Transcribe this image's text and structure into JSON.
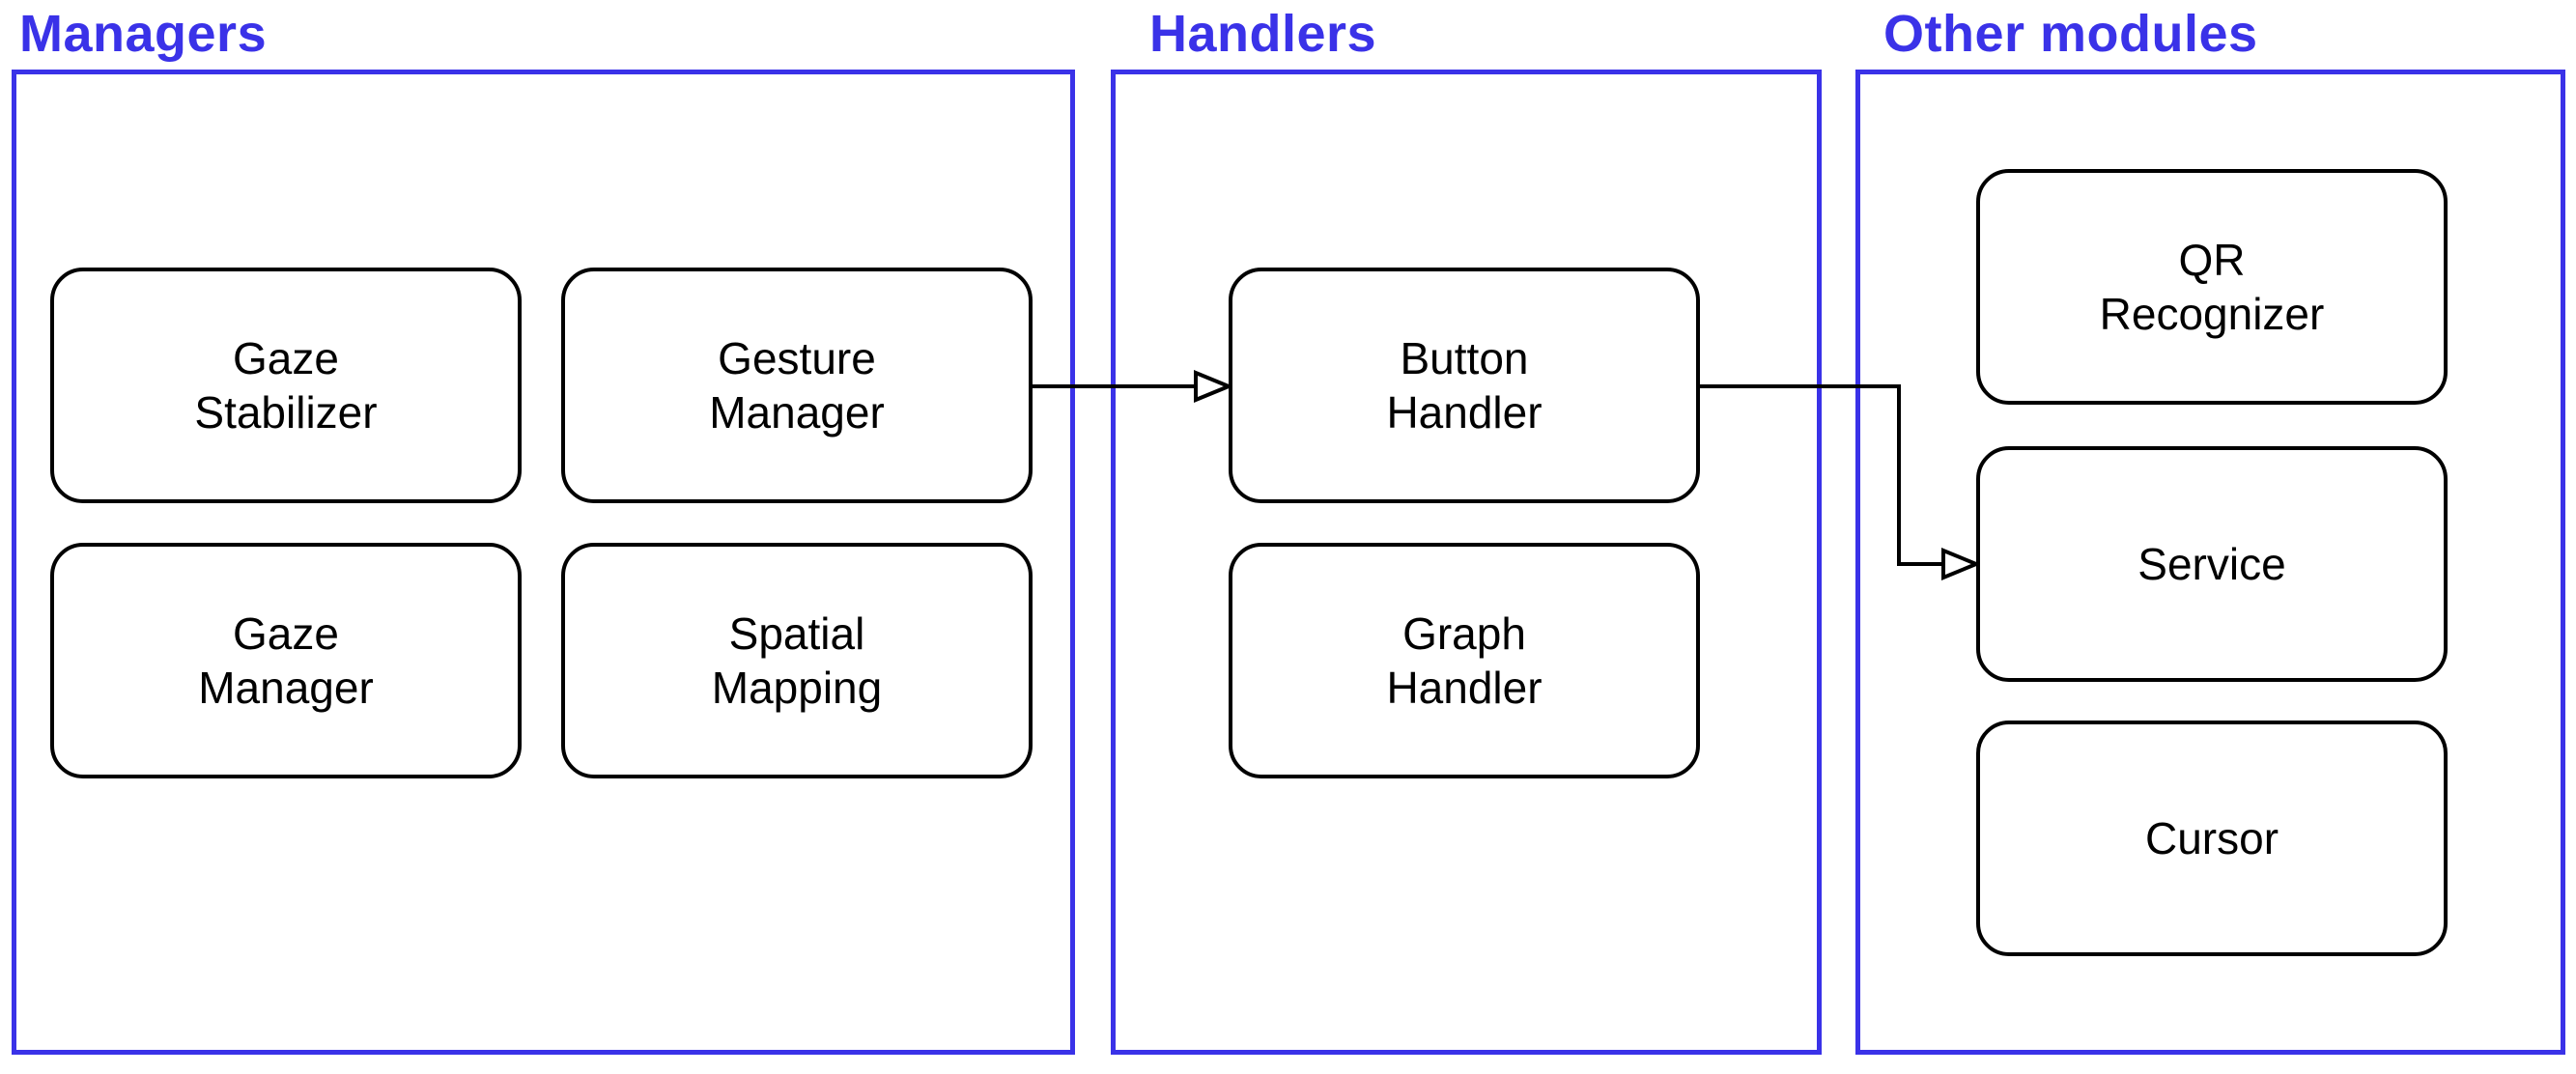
{
  "groups": {
    "managers": {
      "title": "Managers",
      "nodes": {
        "gaze_stabilizer": "Gaze\nStabilizer",
        "gesture_manager": "Gesture\nManager",
        "gaze_manager": "Gaze\nManager",
        "spatial_mapping": "Spatial\nMapping"
      }
    },
    "handlers": {
      "title": "Handlers",
      "nodes": {
        "button_handler": "Button\nHandler",
        "graph_handler": "Graph\nHandler"
      }
    },
    "other_modules": {
      "title": "Other modules",
      "nodes": {
        "qr_recognizer": "QR\nRecognizer",
        "service": "Service",
        "cursor": "Cursor"
      }
    }
  },
  "edges": [
    {
      "from": "Gesture Manager",
      "to": "Button Handler"
    },
    {
      "from": "Button Handler",
      "to": "Service"
    }
  ],
  "colors": {
    "group_accent": "#3a32e8",
    "node_border": "#000000",
    "edge": "#000000"
  }
}
